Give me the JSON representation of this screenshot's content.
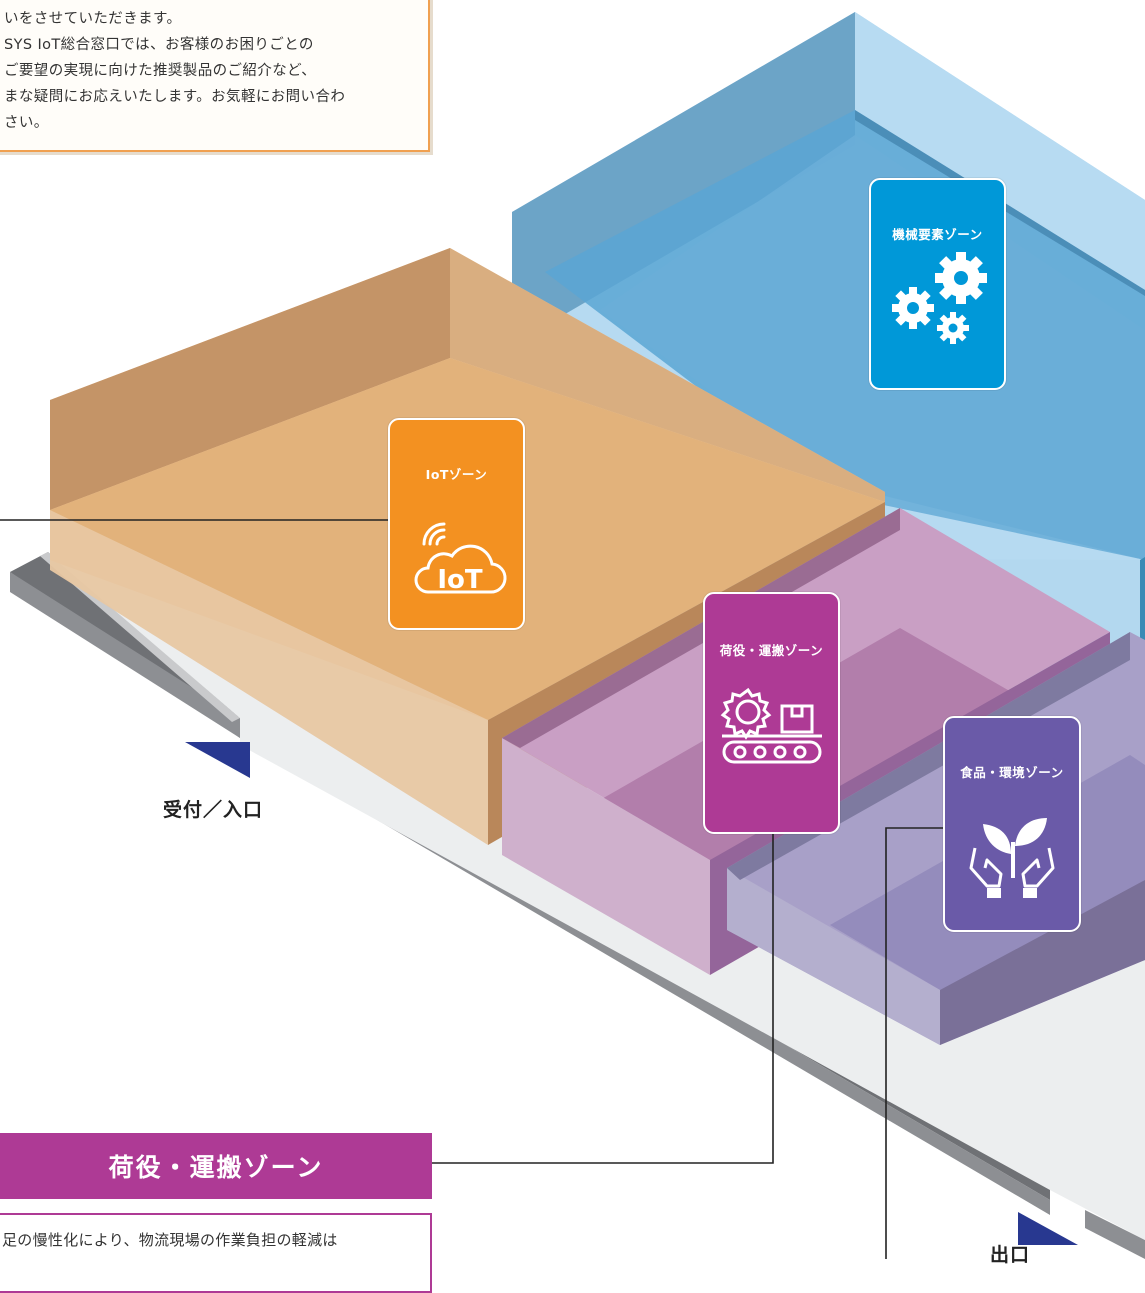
{
  "intro_text": {
    "lines": [
      "いをさせていただきます。",
      "SYS IoT総合窓口では、お客様のお困りごとの",
      "ご要望の実現に向けた推奨製品のご紹介など、",
      "まな疑問にお応えいたします。お気軽にお問い合わ",
      "さい。"
    ]
  },
  "zones": {
    "machine": {
      "title": "機械要素ゾーン",
      "color": "#0098d8"
    },
    "iot": {
      "title": "IoTゾーン",
      "icon_text": "IoT",
      "color": "#f39121"
    },
    "cargo": {
      "title": "荷役・運搬ゾーン",
      "color": "#ae3a95"
    },
    "food": {
      "title": "食品・環境ゾーン",
      "color": "#6a5aa8"
    }
  },
  "labels": {
    "entrance": "受付／入口",
    "exit": "出口"
  },
  "detail": {
    "header": "荷役・運搬ゾーン",
    "desc": "足の慢性化により、物流現場の作業負担の軽減は"
  },
  "colors": {
    "accent_orange": "#f0a050",
    "rail": "#8a8c90",
    "arrow": "#283890"
  }
}
